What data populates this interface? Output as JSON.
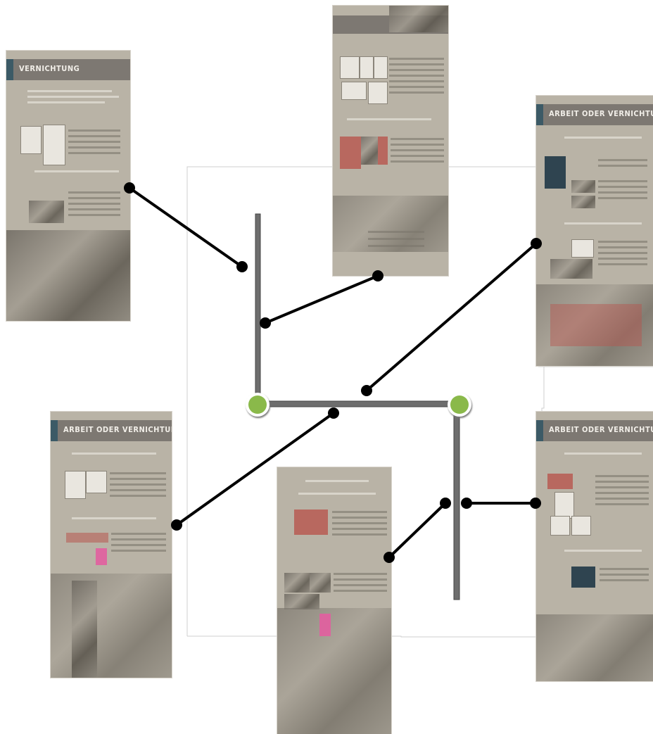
{
  "panels": {
    "left_top": {
      "title": "VERNICHTUNG"
    },
    "right_top": {
      "title": "ARBEIT ODER VERNICHTUNG"
    },
    "left_bottom": {
      "title": "ARBEIT ODER VERNICHTUNG"
    },
    "right_bottom": {
      "title": "ARBEIT ODER VERNICHTUNG"
    }
  },
  "colors": {
    "connector": "#000000",
    "rail": "#707070",
    "junction": "#8ab94a",
    "panel_bg": "#b9b3a6",
    "panel_header": "#7d7872"
  }
}
